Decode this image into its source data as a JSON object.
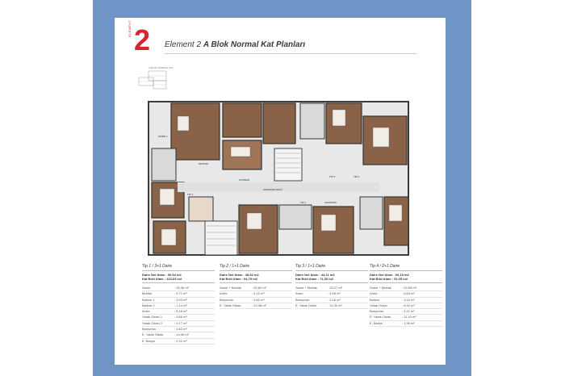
{
  "header": {
    "logo_text": "2",
    "logo_vertical": "ELEMENT",
    "title_prefix": "Element 2",
    "title_main": "A Blok Normal Kat Planları"
  },
  "keyplan": {
    "caption": "A BLOK NORMAL KAT"
  },
  "plan": {
    "labels": [
      "DAİRE 1",
      "MUTFAK",
      "AYDINLIK",
      "ASANSÖR HOLÜ",
      "TİP 3",
      "TİP 4",
      "TİP 2",
      "ASANSÖR",
      "TİP 1"
    ]
  },
  "colors": {
    "frame": "#6f94c6",
    "accent": "#d6262c",
    "floor": "#8a6247",
    "wall": "#3b3b3b"
  },
  "tables": [
    {
      "head": "Tip 1 / 3+1 Daire",
      "areas": [
        "Daire Net Alanı : 90,54 m2",
        "Kat Brüt Alanı : 123,63 m2"
      ],
      "rows": [
        [
          "Salon",
          ": 26,36 m²"
        ],
        [
          "Mutfak",
          ": 9,71 m²"
        ],
        [
          "Balkon 1",
          ": 3,03 m²"
        ],
        [
          "Balkon 2",
          ": 1,14 m²"
        ],
        [
          "Antre",
          ": 8,18 m²"
        ],
        [
          "Yatak Odası 1",
          ": 9,66 m²"
        ],
        [
          "Yatak Odası 2",
          ": 9,17 m²"
        ],
        [
          "Banyo/wc",
          ": 3,63 m²"
        ],
        [
          "E. Yatak Odası",
          ": 14,06 m²"
        ],
        [
          "E. Banyo",
          ": 2,22 m²"
        ]
      ]
    },
    {
      "head": "Tip 2 / 1+1 Daire",
      "areas": [
        "Daire Net Alanı : 38,92 m2",
        "Kat Brüt Alanı : 64,79 m2"
      ],
      "rows": [
        [
          "Salon + Mutfak",
          ": 20,60 m²"
        ],
        [
          "Antre",
          ": 4,12 m²"
        ],
        [
          "Banyo/wc",
          ": 3,62 m²"
        ],
        [
          "E. Yatak Odası",
          ": 10,38 m²"
        ]
      ]
    },
    {
      "head": "Tip 3 / 1+1 Daire",
      "areas": [
        "Daire Net Alanı : 44,11 m2",
        "Kat Brüt Alanı : 71,36 m2"
      ],
      "rows": [
        [
          "Salon + Mutfak",
          ": 25,27 m²"
        ],
        [
          "Antre",
          ": 4,58 m²"
        ],
        [
          "Banyo/wc",
          ": 3,16 m²"
        ],
        [
          "E. Yatak Odası",
          ": 11,00 m²"
        ]
      ]
    },
    {
      "head": "Tip 4 / 2+1 Daire",
      "areas": [
        "Daire Net Alanı : 60,15 m2",
        "Kat Brüt Alanı : 91,05 m2"
      ],
      "rows": [
        [
          "Salon + Mutfak",
          ": 24,89 m²"
        ],
        [
          "Antre",
          ": 5,64 m²"
        ],
        [
          "Balkon",
          ": 3,16 m²"
        ],
        [
          "Yatak Odası",
          ": 8,92 m²"
        ],
        [
          "Banyo/wc",
          ": 4,11 m²"
        ],
        [
          "E. Yatak Odası",
          ": 11,43 m²"
        ],
        [
          "E. Banyo",
          ": 1,96 m²"
        ]
      ]
    }
  ]
}
